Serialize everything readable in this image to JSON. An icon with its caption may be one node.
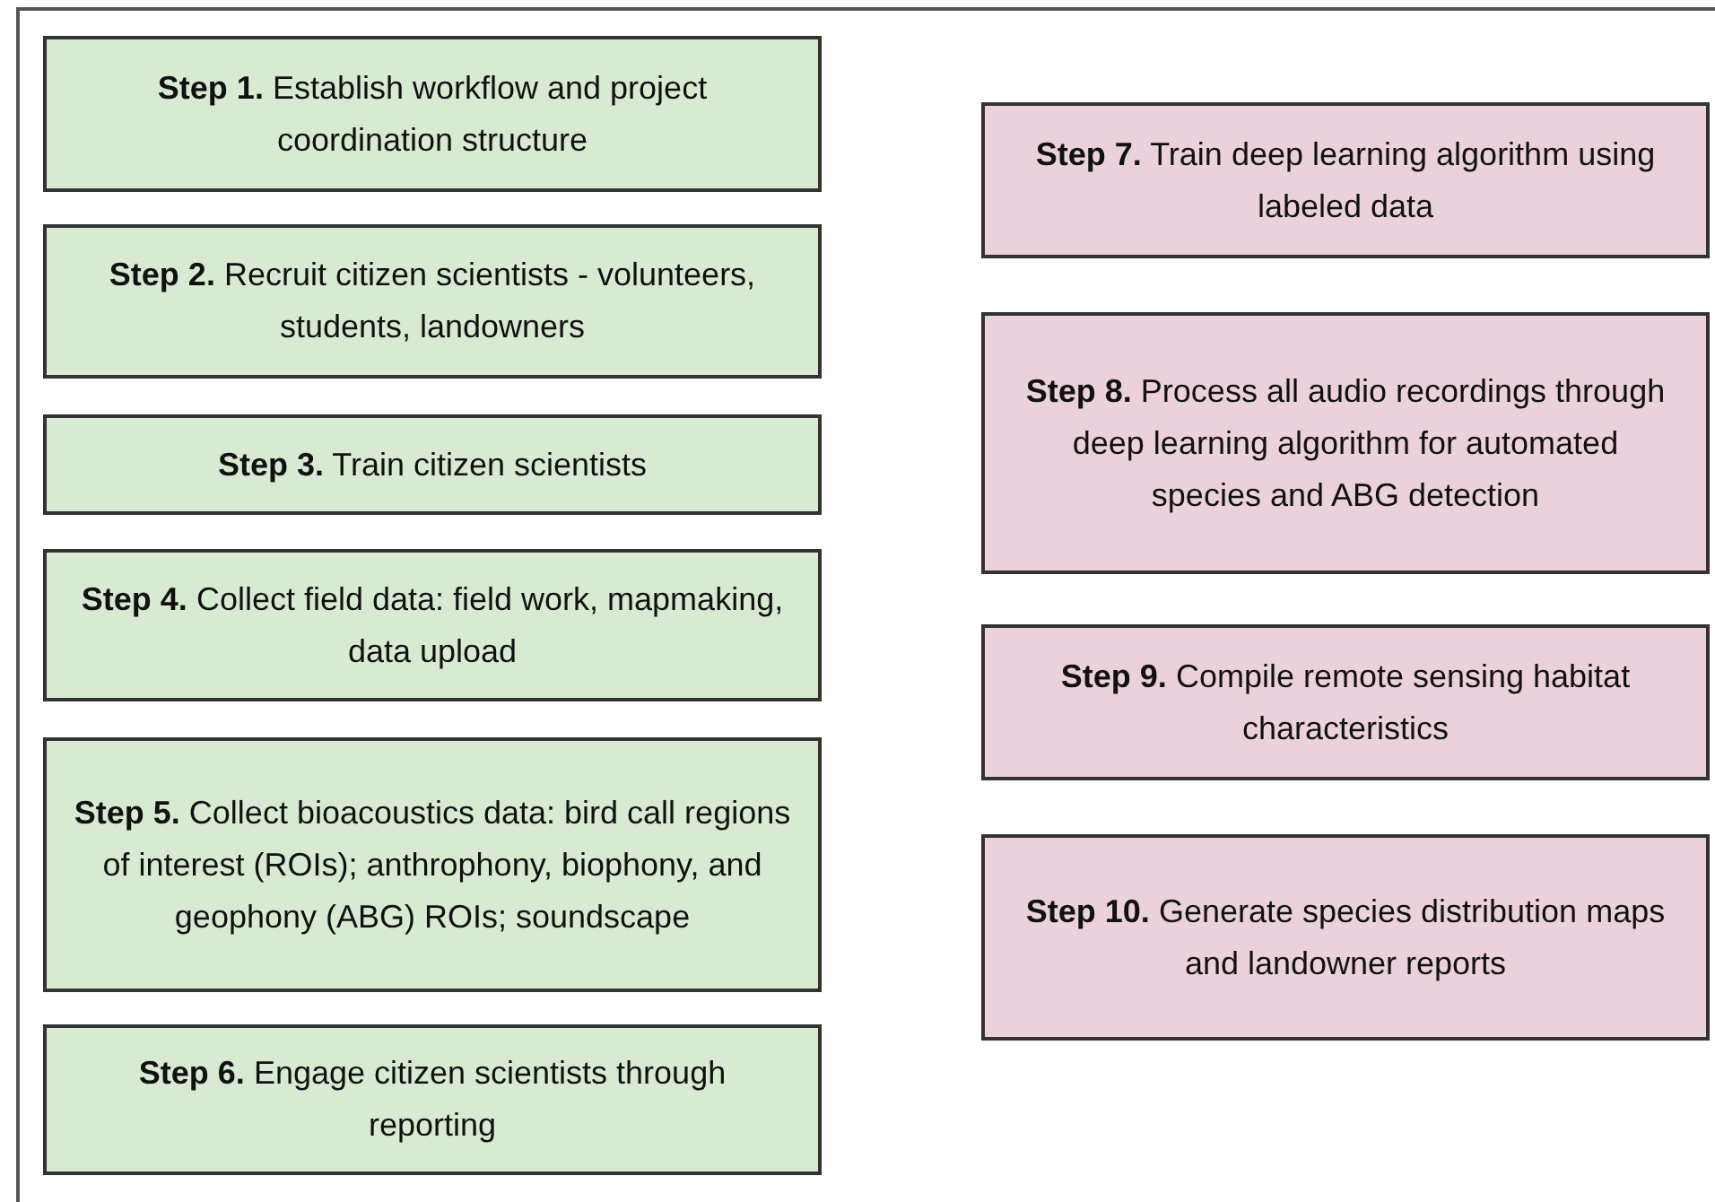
{
  "diagram": {
    "nodes": [
      {
        "text": [
          "**Step 1.** Establish workflow and project coordination structure"
        ]
      },
      {
        "text": [
          "**Step 2.** Recruit citizen scientists - volunteers, students, landowners"
        ]
      },
      {
        "text": [
          "**Step 3.** Train citizen scientists"
        ]
      },
      {
        "text": [
          "**Step 4.** Collect field data: field work, mapmaking, data upload"
        ]
      },
      {
        "text": [
          "**Step 5.** Collect bioacoustics data: bird call regions of interest (ROIs); anthrophony, biophony, and geophony (ABG) ROIs; soundscape"
        ]
      },
      {
        "text": [
          "**Step 6.** Engage citizen scientists through reporting"
        ]
      },
      {
        "text": [
          "**Step 7.** Train deep learning algorithm using labeled data"
        ]
      },
      {
        "text": [
          "**Step 8.** Process all audio recordings through deep learning algorithm for automated species and ABG detection"
        ]
      },
      {
        "text": [
          "**Step 9.** Compile remote sensing habitat characteristics"
        ]
      },
      {
        "text": [
          "**Step 10.** Generate species distribution maps and landowner reports"
        ]
      }
    ]
  }
}
